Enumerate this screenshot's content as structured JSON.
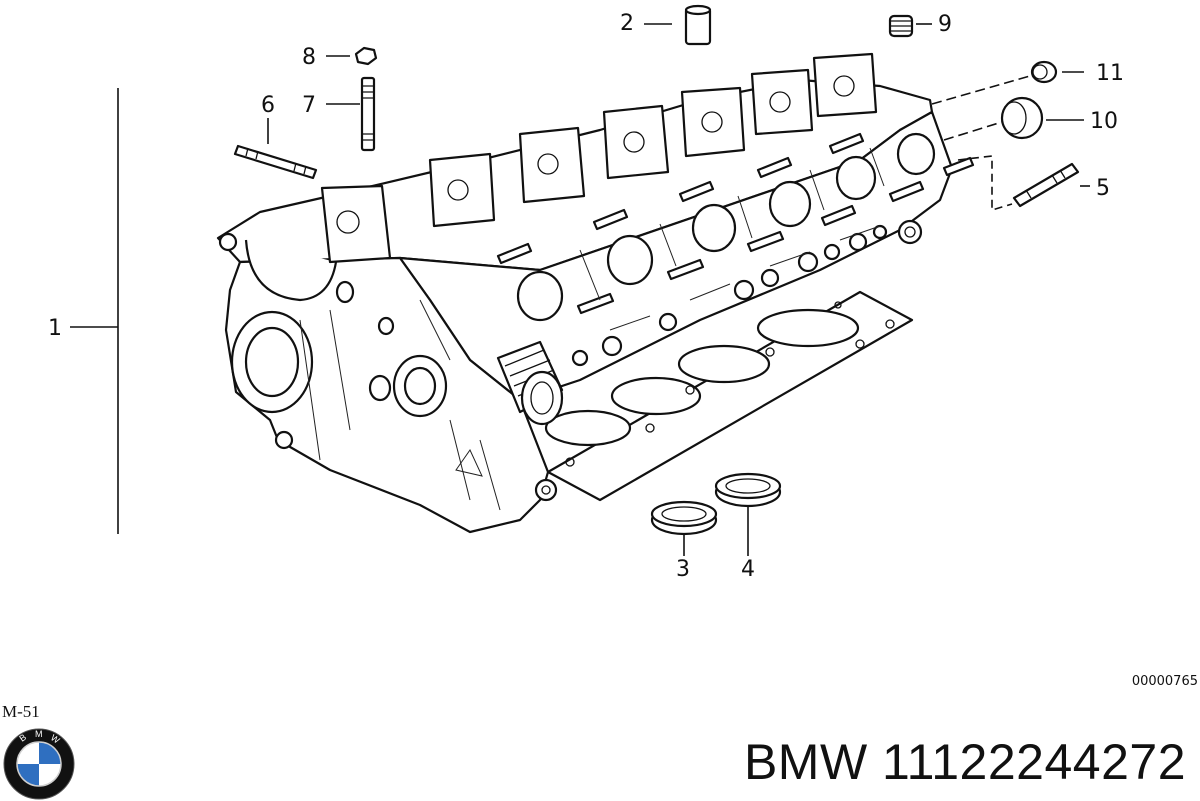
{
  "callouts": [
    {
      "id": "1",
      "label": "1"
    },
    {
      "id": "2",
      "label": "2"
    },
    {
      "id": "3",
      "label": "3"
    },
    {
      "id": "4",
      "label": "4"
    },
    {
      "id": "5",
      "label": "5"
    },
    {
      "id": "6",
      "label": "6"
    },
    {
      "id": "7",
      "label": "7"
    },
    {
      "id": "8",
      "label": "8"
    },
    {
      "id": "9",
      "label": "9"
    },
    {
      "id": "10",
      "label": "10"
    },
    {
      "id": "11",
      "label": "11"
    }
  ],
  "drawing_code": "00000765",
  "model_code": "M-51",
  "part_title": "BMW 11122244272",
  "logo": {
    "brand": "BMW",
    "icon": "bmw-roundel-icon",
    "colors": {
      "blue": "#2f6fc0",
      "ring": "#111111"
    }
  }
}
